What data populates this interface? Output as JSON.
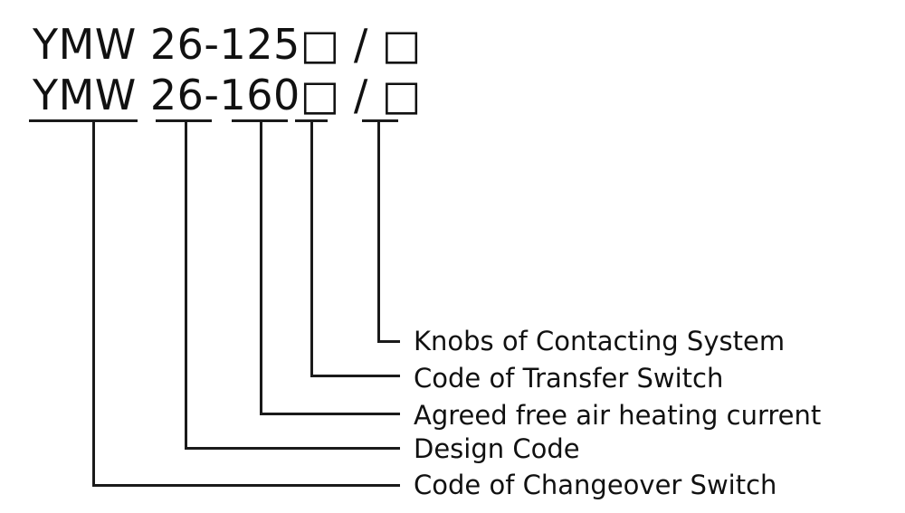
{
  "diagram": {
    "title_lines": [
      "YMW 26-125□ / □",
      "YMW 26-160□ / □"
    ],
    "callouts": [
      {
        "key": "knobs",
        "label": "Knobs of Contacting System"
      },
      {
        "key": "transfer",
        "label": "Code of Transfer Switch"
      },
      {
        "key": "current",
        "label": "Agreed free air heating current"
      },
      {
        "key": "design",
        "label": "Design Code"
      },
      {
        "key": "changeover",
        "label": "Code of Changeover Switch"
      }
    ],
    "colors": {
      "line": "#1a1a1a",
      "text": "#111111",
      "background": "#ffffff"
    }
  }
}
